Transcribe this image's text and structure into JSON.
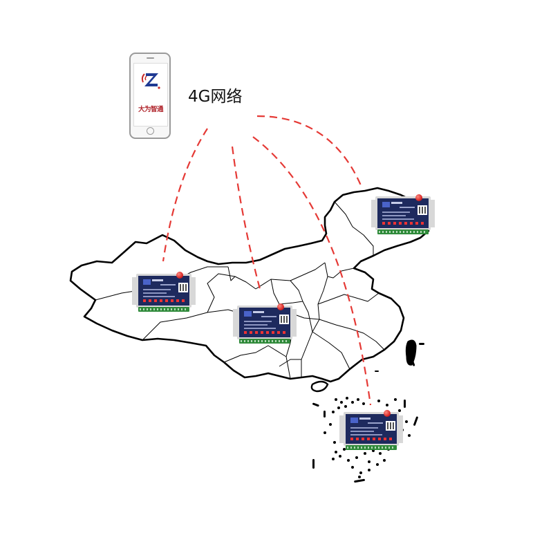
{
  "network": {
    "label": "4G网络",
    "link_color": "#e53935"
  },
  "phone": {
    "app_brand": "大为智通",
    "icon": "phone-icon",
    "logo_icon": "z-logo-icon"
  },
  "map": {
    "region": "中国",
    "icon": "china-map-icon"
  },
  "devices": [
    {
      "id": "device-northeast",
      "icon": "controller-device-icon"
    },
    {
      "id": "device-west",
      "icon": "controller-device-icon"
    },
    {
      "id": "device-central",
      "icon": "controller-device-icon"
    },
    {
      "id": "device-southeast",
      "icon": "controller-device-icon"
    }
  ]
}
